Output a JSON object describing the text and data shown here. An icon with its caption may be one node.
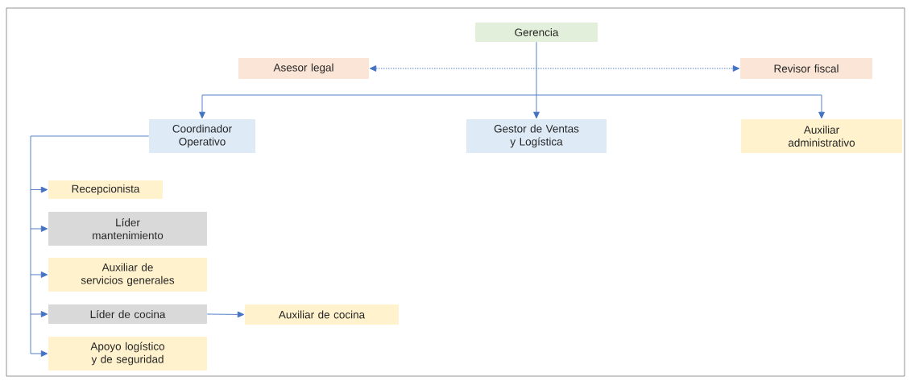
{
  "diagram": {
    "nodes": [
      {
        "text": [
          "Gerencia"
        ]
      },
      {
        "text": [
          "Asesor legal"
        ]
      },
      {
        "text": [
          "Revisor fiscal"
        ]
      },
      {
        "text": [
          "Coordinador Operativo"
        ]
      },
      {
        "text": [
          "Gestor de Ventas y Logística"
        ]
      },
      {
        "text": [
          "Auxiliar administrativo"
        ]
      },
      {
        "text": [
          "Recepcionista"
        ]
      },
      {
        "text": [
          "Líder mantenimiento"
        ]
      },
      {
        "text": [
          "Auxiliar de servicios generales"
        ]
      },
      {
        "text": [
          "Líder de cocina"
        ]
      },
      {
        "text": [
          "Auxiliar de cocina"
        ]
      },
      {
        "text": [
          "Apoyo logístico y de seguridad"
        ]
      }
    ],
    "edges": [
      {
        "from": 1,
        "to": 2,
        "arrow": "both",
        "style": "dashed"
      },
      {
        "from": 0,
        "to": 3,
        "arrow": "to"
      },
      {
        "from": 0,
        "to": 4,
        "arrow": "to"
      },
      {
        "from": 0,
        "to": 5,
        "arrow": "to"
      },
      {
        "from": 3,
        "to": 6,
        "arrow": "to"
      },
      {
        "from": 3,
        "to": 7,
        "arrow": "to"
      },
      {
        "from": 3,
        "to": 8,
        "arrow": "to"
      },
      {
        "from": 3,
        "to": 9,
        "arrow": "to"
      },
      {
        "from": 9,
        "to": 10,
        "arrow": "to"
      },
      {
        "from": 3,
        "to": 11,
        "arrow": "to"
      }
    ]
  }
}
